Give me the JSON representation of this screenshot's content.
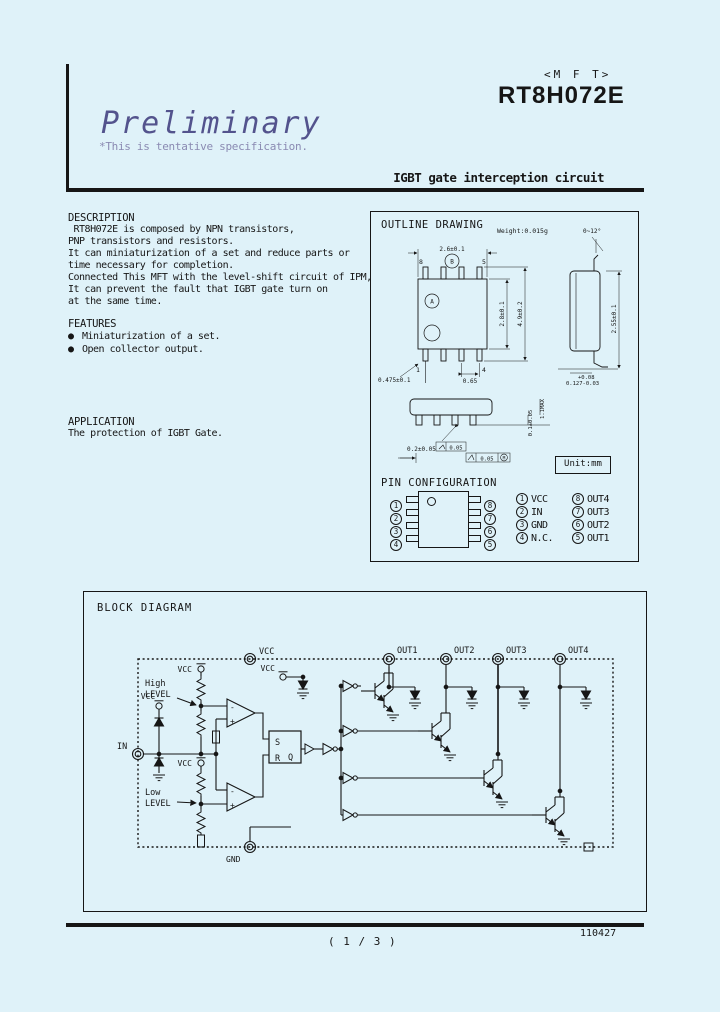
{
  "colors": {
    "background": "#dff2f9",
    "ink": "#161616",
    "preliminary": "#53538d",
    "tentative_note": "#8a8ab2"
  },
  "header": {
    "mft": "<M F T>",
    "part_number": "RT8H072E",
    "preliminary": "Preliminary",
    "tentative_note": "*This is tentative specification.",
    "subtitle": "IGBT gate interception circuit"
  },
  "description": {
    "title": "DESCRIPTION",
    "lines": [
      " RT8H072E is composed by NPN transistors,",
      "PNP transistors and resistors.",
      "It can miniaturization of a set and reduce parts or",
      "time necessary for completion.",
      "Connected This MFT with the level-shift circuit of IPM,",
      "It can prevent the fault that IGBT gate turn on",
      "at the same time."
    ]
  },
  "features": {
    "title": "FEATURES",
    "bullet": "●",
    "items": [
      "Miniaturization of a set.",
      "Open collector output."
    ]
  },
  "application": {
    "title": "APPLICATION",
    "text": "The protection of IGBT Gate."
  },
  "outline": {
    "title": "OUTLINE DRAWING",
    "weight_label": "Weight:0.015g",
    "unit_label": "Unit:mm",
    "dims": {
      "top_width": "2.6±0.1",
      "body_height": "2.8±0.1",
      "total_height": "4.9±0.2",
      "pitch": "0.65",
      "lead_width": "0.475±0.1",
      "lead_angle": "0~12°",
      "side_height": "2.55±0.1",
      "lead_thickness_plus": "+0.08",
      "lead_thickness": "0.127-0.03",
      "max_height": "1.1MAX",
      "standoff": "0.1±0.05",
      "lead_length": "0.2±0.05",
      "tol_flatness": "0.05",
      "tol_position": "0.05",
      "tol_modifier": "M"
    },
    "pin_labels": {
      "p1": "1",
      "p4": "4",
      "p5": "5",
      "p8": "8",
      "datum_a": "A",
      "datum_b": "B"
    }
  },
  "pin_configuration": {
    "title": "PIN CONFIGURATION",
    "left_pins": [
      "1",
      "2",
      "3",
      "4"
    ],
    "right_pins": [
      "8",
      "7",
      "6",
      "5"
    ],
    "assignments_left": [
      {
        "pin": "1",
        "name": "VCC"
      },
      {
        "pin": "2",
        "name": "IN"
      },
      {
        "pin": "3",
        "name": "GND"
      },
      {
        "pin": "4",
        "name": "N.C."
      }
    ],
    "assignments_right": [
      {
        "pin": "8",
        "name": "OUT4"
      },
      {
        "pin": "7",
        "name": "OUT3"
      },
      {
        "pin": "6",
        "name": "OUT2"
      },
      {
        "pin": "5",
        "name": "OUT1"
      }
    ]
  },
  "block_diagram": {
    "title": "BLOCK DIAGRAM",
    "labels": {
      "vcc": "VCC",
      "in": "IN",
      "gnd": "GND",
      "out1": "OUT1",
      "out2": "OUT2",
      "out3": "OUT3",
      "out4": "OUT4",
      "high_1": "High",
      "high_2": "LEVEL",
      "low_1": "Low",
      "low_2": "LEVEL",
      "s": "S",
      "r": "R",
      "q": "Q",
      "minus": "-",
      "plus": "+"
    }
  },
  "footer": {
    "page_number": "( 1 / 3 )",
    "date_code": "110427"
  }
}
